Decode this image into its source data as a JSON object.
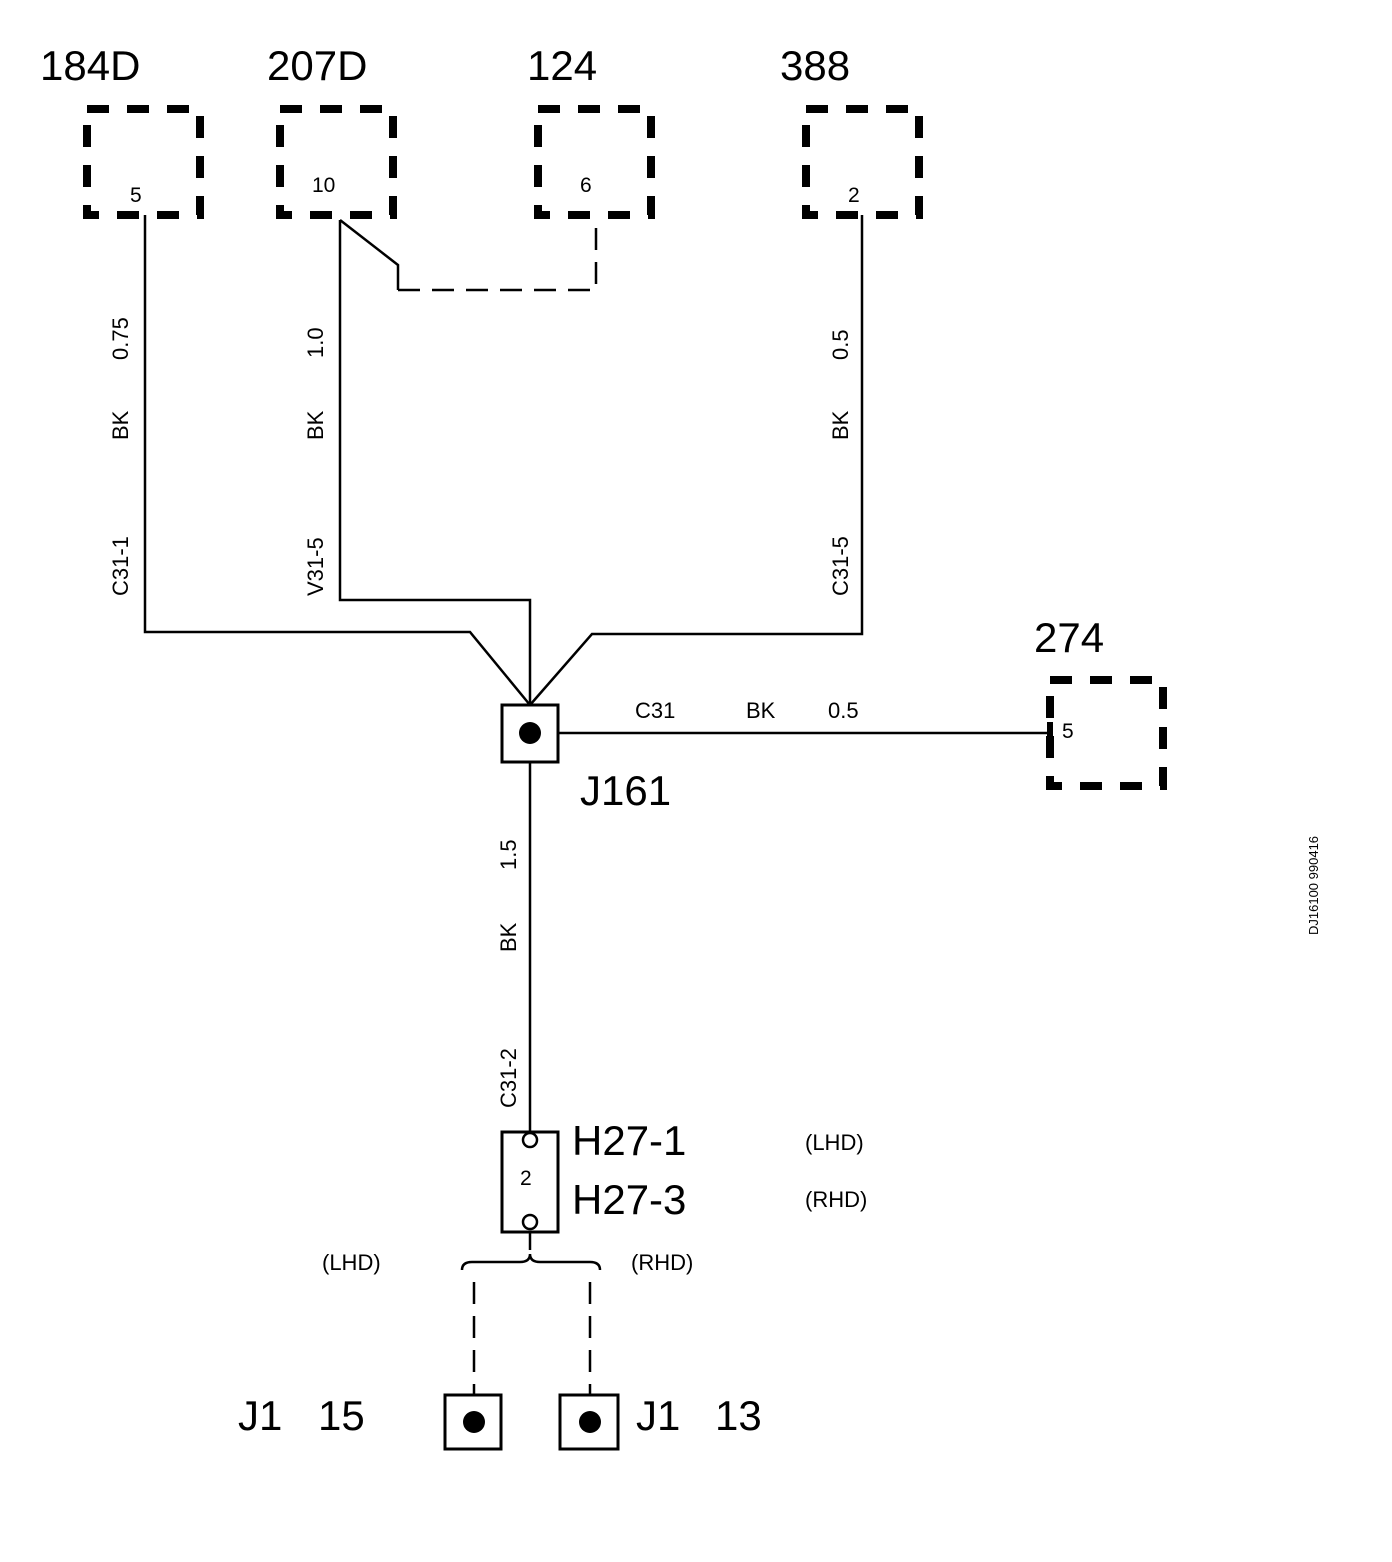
{
  "components": {
    "c184d": {
      "label": "184D",
      "pin": "5"
    },
    "c207d": {
      "label": "207D",
      "pin": "10"
    },
    "c124": {
      "label": "124",
      "pin": "6"
    },
    "c388": {
      "label": "388",
      "pin": "2"
    },
    "c274": {
      "label": "274",
      "pin": "5"
    }
  },
  "wires": {
    "w184d": {
      "size": "0.75",
      "color": "BK",
      "circuit": "C31-1"
    },
    "w207d": {
      "size": "1.0",
      "color": "BK",
      "circuit": "V31-5"
    },
    "w388": {
      "size": "0.5",
      "color": "BK",
      "circuit": "C31-5"
    },
    "w274": {
      "circuit": "C31",
      "color": "BK",
      "size": "0.5"
    },
    "wdown": {
      "size": "1.5",
      "color": "BK",
      "circuit": "C31-2"
    }
  },
  "splice": {
    "label": "J161"
  },
  "connector_h27": {
    "pin": "2",
    "label1": "H27-1",
    "label2": "H27-3",
    "variant1": "(LHD)",
    "variant2": "(RHD)"
  },
  "branch": {
    "left": "(LHD)",
    "right": "(RHD)"
  },
  "grounds": {
    "left": {
      "label": "J1",
      "num": "15"
    },
    "right": {
      "label": "J1",
      "num": "13"
    }
  },
  "doc_id": "DJ16100 990416"
}
